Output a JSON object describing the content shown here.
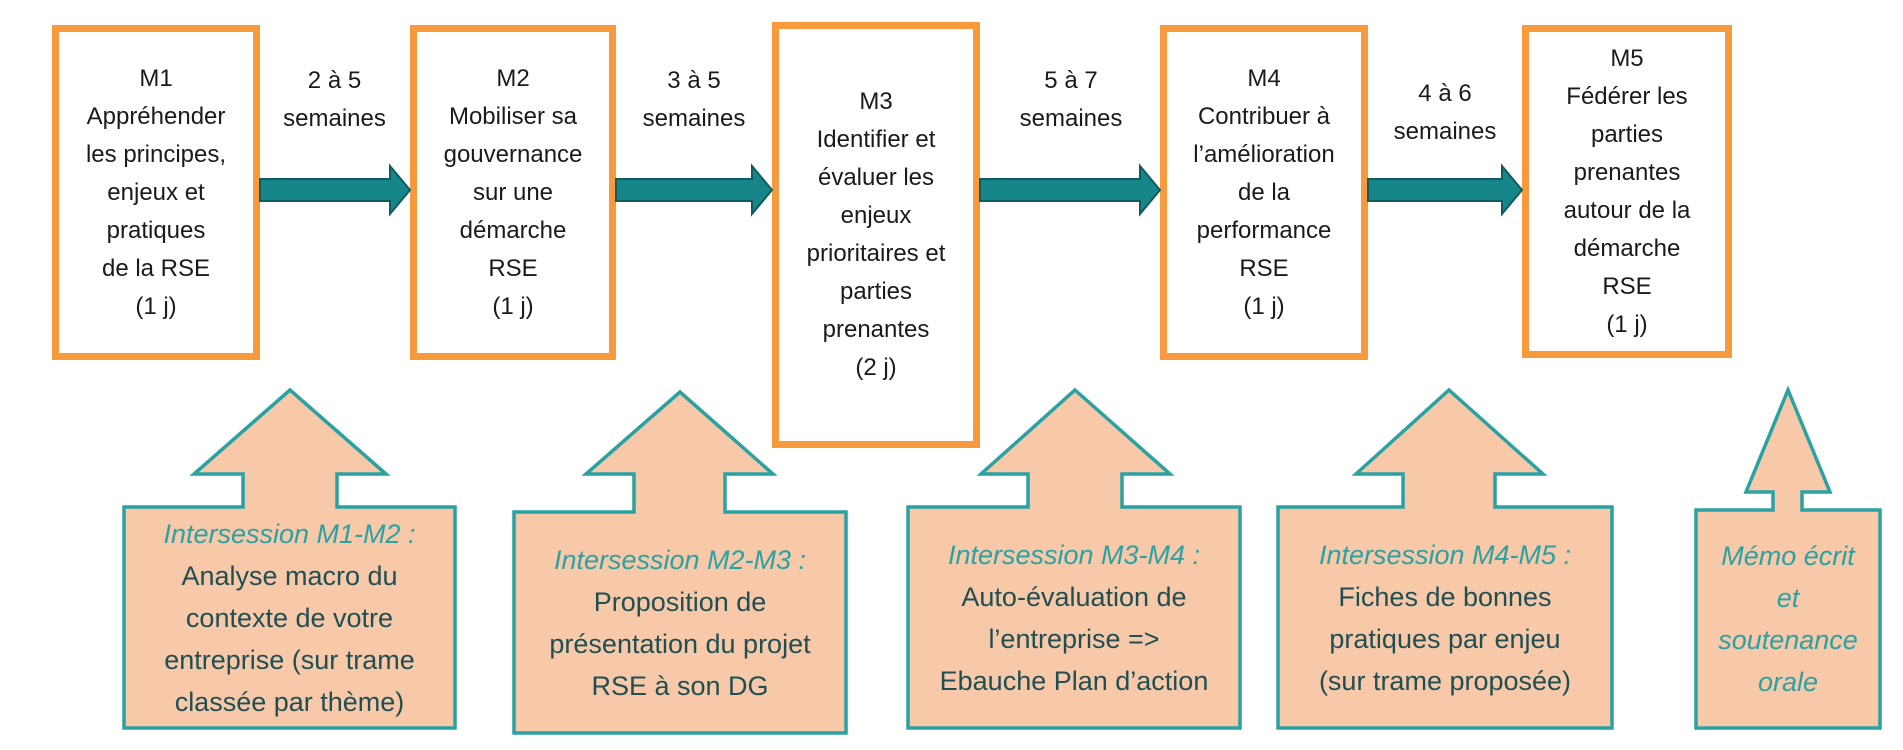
{
  "colors": {
    "module_border": "#f79a3e",
    "arrow_fill": "#17868a",
    "task_fill": "#f7c9a9",
    "task_border": "#2aa1a3",
    "task_title": "#2aa1a3"
  },
  "modules": [
    {
      "id": "M1",
      "text": "M1\nAppréhender\nles principes,\nenjeux et\npratiques\nde la RSE\n(1 j)"
    },
    {
      "id": "M2",
      "text": "M2\nMobiliser sa\ngouvernance\nsur une\ndémarche\nRSE\n(1 j)"
    },
    {
      "id": "M3",
      "text": "M3\nIdentifier et\névaluer les\nenjeux\nprioritaires et\nparties\nprenantes\n(2 j)"
    },
    {
      "id": "M4",
      "text": "M4\nContribuer à\nl’amélioration\nde la\nperformance\nRSE\n(1 j)"
    },
    {
      "id": "M5",
      "text": "M5\nFédérer les\nparties\nprenantes\nautour de la\ndémarche\nRSE\n(1 j)"
    }
  ],
  "durations": [
    {
      "text": "2 à 5\nsemaines"
    },
    {
      "text": "3 à 5\nsemaines"
    },
    {
      "text": "5 à 7\nsemaines"
    },
    {
      "text": "4 à 6\nsemaines"
    }
  ],
  "tasks": [
    {
      "title": "Intersession M1-M2 :",
      "body": "Analyse macro du\ncontexte de votre\nentreprise (sur trame\nclassée par thème)"
    },
    {
      "title": "Intersession M2-M3 :",
      "body": "Proposition de\nprésentation du projet\nRSE à son DG"
    },
    {
      "title": "Intersession M3-M4 :",
      "body": "Auto-évaluation de\nl’entreprise =>\nEbauche Plan d’action"
    },
    {
      "title": "Intersession M4-M5 :",
      "body": "Fiches de bonnes\npratiques par enjeu\n(sur trame proposée)"
    },
    {
      "title": "Mémo écrit\net\nsoutenance\norale",
      "body": ""
    }
  ]
}
